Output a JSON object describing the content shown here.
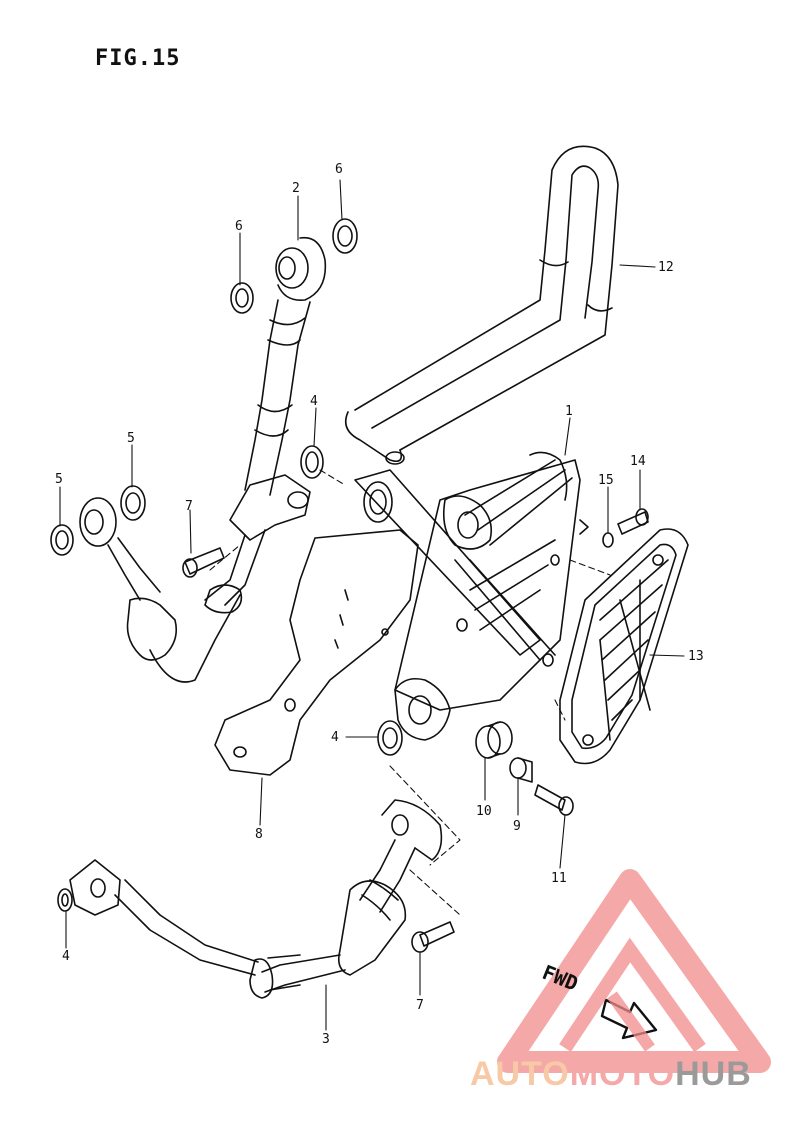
{
  "figure": {
    "title": "FIG.15"
  },
  "callouts": [
    {
      "id": "c1",
      "label": "1"
    },
    {
      "id": "c2",
      "label": "2"
    },
    {
      "id": "c3",
      "label": "3"
    },
    {
      "id": "c4a",
      "label": "4"
    },
    {
      "id": "c4b",
      "label": "4"
    },
    {
      "id": "c4c",
      "label": "4"
    },
    {
      "id": "c5a",
      "label": "5"
    },
    {
      "id": "c5b",
      "label": "5"
    },
    {
      "id": "c6a",
      "label": "6"
    },
    {
      "id": "c6b",
      "label": "6"
    },
    {
      "id": "c7a",
      "label": "7"
    },
    {
      "id": "c7b",
      "label": "7"
    },
    {
      "id": "c8",
      "label": "8"
    },
    {
      "id": "c9",
      "label": "9"
    },
    {
      "id": "c10",
      "label": "10"
    },
    {
      "id": "c11",
      "label": "11"
    },
    {
      "id": "c12",
      "label": "12"
    },
    {
      "id": "c13",
      "label": "13"
    },
    {
      "id": "c14",
      "label": "14"
    },
    {
      "id": "c15",
      "label": "15"
    }
  ],
  "direction_marker": {
    "label": "FWD",
    "icon": "arrow-right-icon"
  },
  "watermark": {
    "part1": "AUTO",
    "part2": "MOTO",
    "part3": "HUB",
    "logo_color": "#f28b8b",
    "icon": "triangle-logo-icon"
  }
}
